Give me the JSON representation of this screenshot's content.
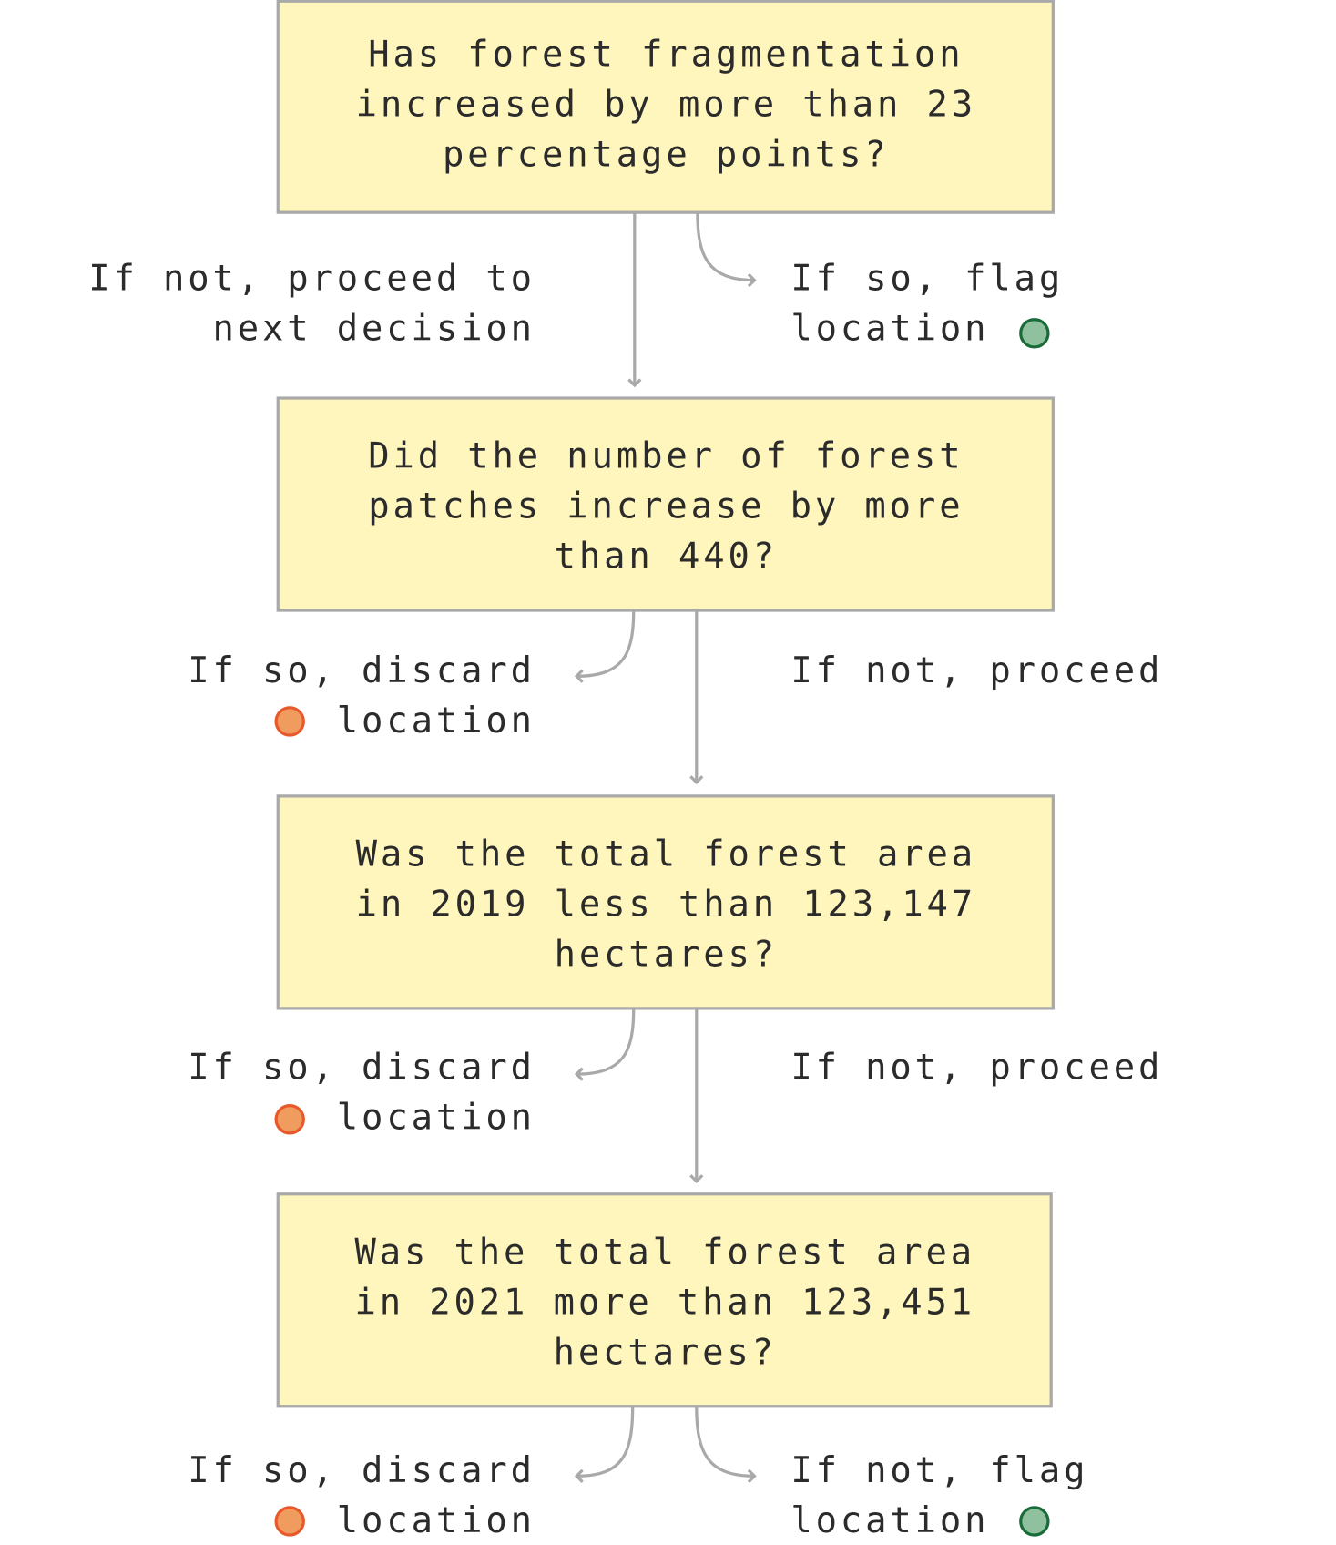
{
  "colors": {
    "box": "#fff6bd",
    "flag": "#8fc19e",
    "discard": "#f09c5f"
  },
  "decisions": [
    {
      "lines": [
        "Has forest fragmentation",
        "increased by more than 23",
        "percentage points?"
      ]
    },
    {
      "lines": [
        "Did the number of forest",
        "patches increase by more",
        "than 440?"
      ]
    },
    {
      "lines": [
        "Was the total forest area",
        "in 2019 less than 123,147",
        "hectares?"
      ]
    },
    {
      "lines": [
        "Was the total forest area",
        "in 2021 more than 123,451",
        "hectares?"
      ]
    }
  ],
  "labels": {
    "d1_no": [
      "If not, proceed to",
      "next decision"
    ],
    "d1_yes": [
      "If so, flag",
      "location"
    ],
    "d2_yes": [
      "If so, discard",
      "location"
    ],
    "d2_no": [
      "If not, proceed"
    ],
    "d3_yes": [
      "If so, discard",
      "location"
    ],
    "d3_no": [
      "If not, proceed"
    ],
    "d4_yes": [
      "If so, discard",
      "location"
    ],
    "d4_no": [
      "If not, flag",
      "location"
    ]
  }
}
